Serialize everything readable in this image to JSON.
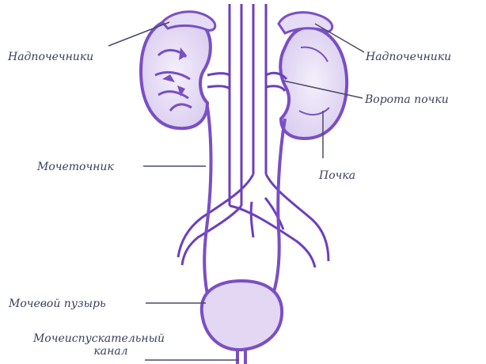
{
  "labels": {
    "adrenal_left": "Надпочечники",
    "adrenal_right": "Надпочечники",
    "renal_hilum": "Ворота почки",
    "ureter": "Мочеточник",
    "kidney": "Почка",
    "bladder": "Мочевой пузырь",
    "urethra_line1": "Мочеиспускательный",
    "urethra_line2": "канал"
  },
  "colors": {
    "organ_stroke": "#7a4fc4",
    "organ_fill": "#e9e1f5",
    "vessel": "#6b3fbf",
    "label_text": "#3a4060",
    "leader_line": "#4a4a6a"
  }
}
